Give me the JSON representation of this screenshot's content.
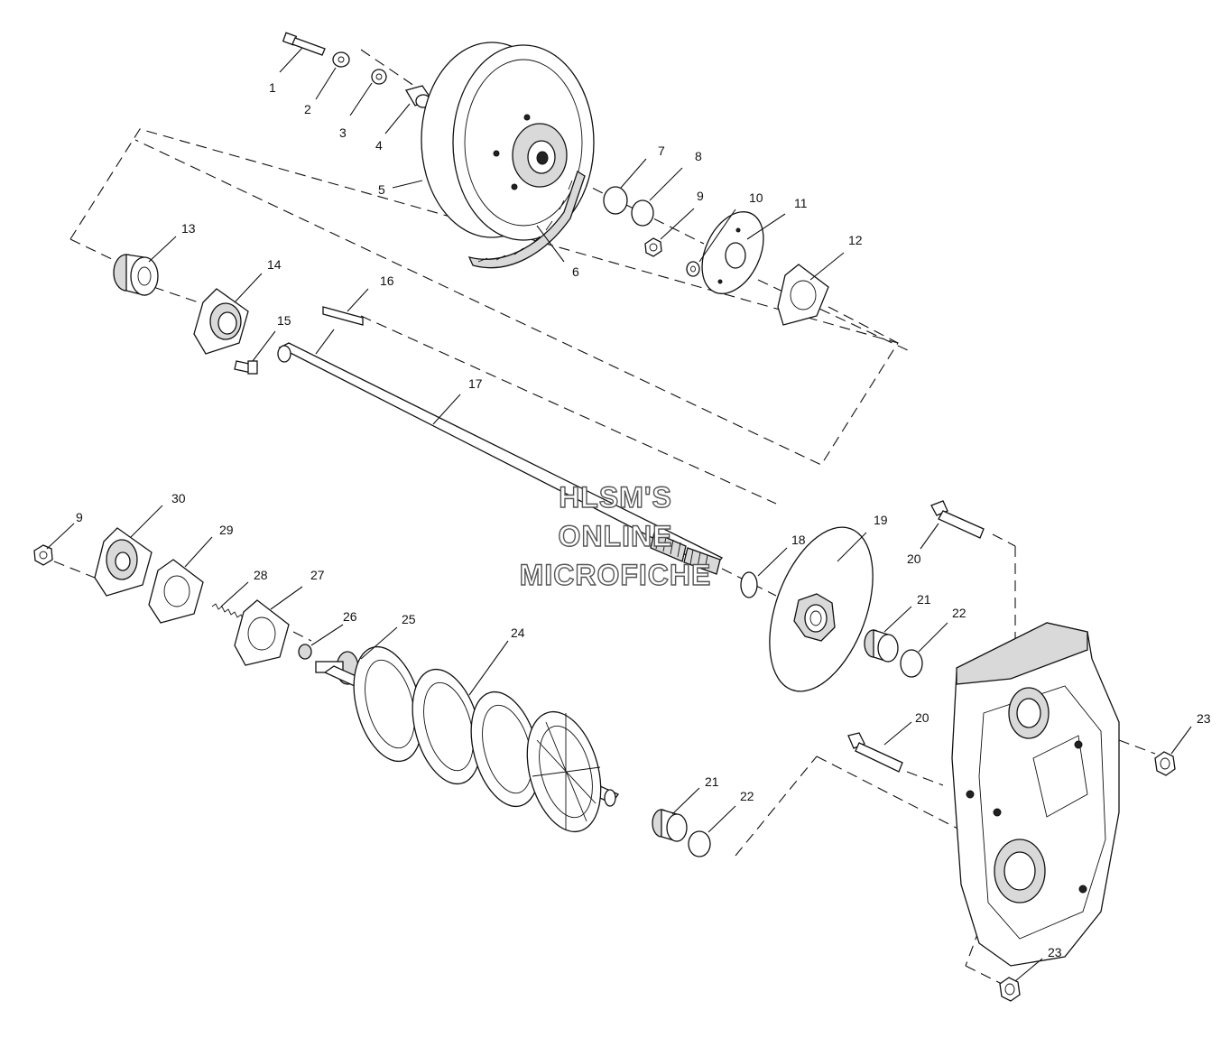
{
  "watermark": {
    "line1": "HLSM'S",
    "line2": "ONLINE",
    "line3": "MICROFICHE"
  },
  "callouts": [
    "1",
    "2",
    "3",
    "4",
    "5",
    "6",
    "7",
    "8",
    "9",
    "10",
    "11",
    "12",
    "13",
    "14",
    "15",
    "16",
    "17",
    "9",
    "30",
    "29",
    "28",
    "27",
    "26",
    "25",
    "24",
    "18",
    "19",
    "20",
    "21",
    "22",
    "20",
    "21",
    "22",
    "23",
    "23"
  ]
}
